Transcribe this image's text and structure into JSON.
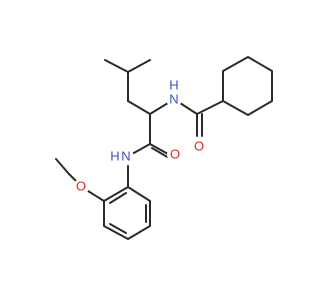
{
  "molecule": {
    "atoms": {
      "amide_n_upper": {
        "text": "N",
        "element": "nitrogen",
        "color": "#3b4ec9"
      },
      "amide_h_upper": {
        "text": "H",
        "element": "hydrogen",
        "color": "#3b4ec9"
      },
      "amide_o_upper": {
        "text": "O",
        "element": "oxygen",
        "color": "#e0251b"
      },
      "amide_o_lower": {
        "text": "O",
        "element": "oxygen",
        "color": "#e0251b"
      },
      "amide_n_lower": {
        "text": "N",
        "element": "nitrogen",
        "color": "#3b4ec9"
      },
      "amide_h_lower": {
        "text": "H",
        "element": "hydrogen",
        "color": "#3b4ec9"
      },
      "ether_o": {
        "text": "O",
        "element": "oxygen",
        "color": "#e0251b"
      }
    },
    "bond_color": "#2b2b2b"
  }
}
